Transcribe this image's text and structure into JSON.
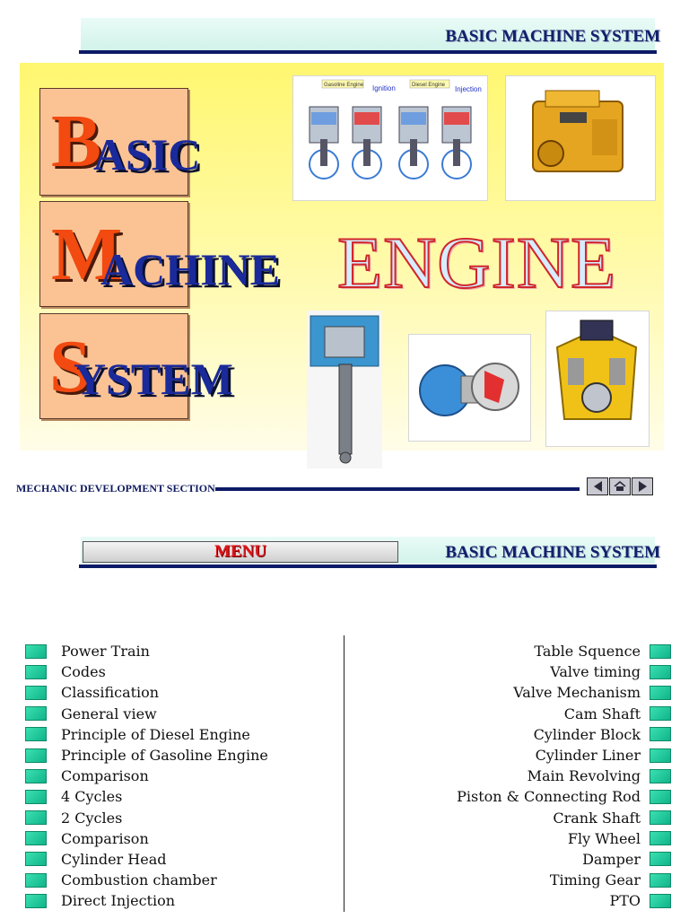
{
  "header": {
    "title": "BASIC MACHINE SYSTEM"
  },
  "slide": {
    "title_words": [
      {
        "initial": "B",
        "rest": "ASIC"
      },
      {
        "initial": "M",
        "rest": "ACHINE"
      },
      {
        "initial": "S",
        "rest": "YSTEM"
      }
    ],
    "engine_word": "ENGINE",
    "diagram_labels": {
      "gasoline_engine": "Gasoline Engine",
      "ignition": "Ignition",
      "diesel_engine": "Diesel Engine",
      "injection": "Injection"
    },
    "footer": "MECHANIC DEVELOPMENT SECTION"
  },
  "menu": {
    "label": "MENU",
    "title": "BASIC MACHINE SYSTEM",
    "left_items": [
      "Power Train",
      "Codes",
      "Classification",
      "General view",
      "Principle of Diesel Engine",
      "Principle of Gasoline Engine",
      "Comparison",
      "4 Cycles",
      "2 Cycles",
      "Comparison",
      "Cylinder Head",
      "Combustion chamber",
      "Direct Injection"
    ],
    "right_items": [
      "Table Squence",
      "Valve timing",
      "Valve Mechanism",
      "Cam Shaft",
      "Cylinder Block",
      "Cylinder Liner",
      "Main Revolving",
      "Piston & Connecting Rod",
      "Crank Shaft",
      "Fly Wheel",
      "Damper",
      "Timing Gear",
      "PTO"
    ]
  },
  "colors": {
    "navy": "#0c1a66",
    "accent_red": "#e0141a",
    "bullet_green": "#1cc99b",
    "panel_yellow": "#fff770"
  }
}
